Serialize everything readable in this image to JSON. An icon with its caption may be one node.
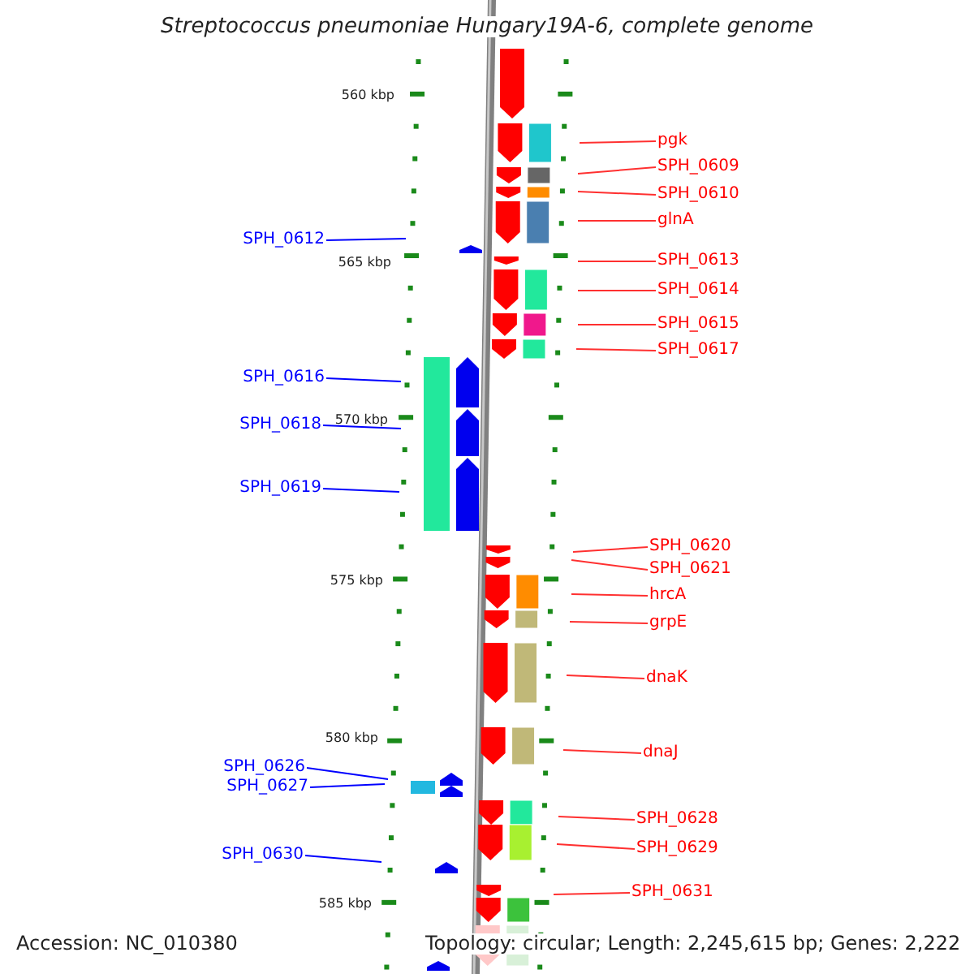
{
  "diagram": {
    "title": "Streptococcus pneumoniae Hungary19A-6, complete genome",
    "nodes": [
      {
        "text": [
          "pgk"
        ]
      },
      {
        "text": [
          "SPH_0609"
        ]
      },
      {
        "text": [
          "SPH_0610"
        ]
      },
      {
        "text": [
          "glnA"
        ]
      },
      {
        "text": [
          "SPH_0612"
        ]
      },
      {
        "text": [
          "SPH_0613"
        ]
      },
      {
        "text": [
          "SPH_0614"
        ]
      },
      {
        "text": [
          "SPH_0615"
        ]
      },
      {
        "text": [
          "SPH_0617"
        ]
      },
      {
        "text": [
          "SPH_0616"
        ]
      },
      {
        "text": [
          "SPH_0618"
        ]
      },
      {
        "text": [
          "SPH_0619"
        ]
      },
      {
        "text": [
          "SPH_0620"
        ]
      },
      {
        "text": [
          "SPH_0621"
        ]
      },
      {
        "text": [
          "hrcA"
        ]
      },
      {
        "text": [
          "grpE"
        ]
      },
      {
        "text": [
          "dnaK"
        ]
      },
      {
        "text": [
          "dnaJ"
        ]
      },
      {
        "text": [
          "SPH_0626"
        ]
      },
      {
        "text": [
          "SPH_0627"
        ]
      },
      {
        "text": [
          "SPH_0628"
        ]
      },
      {
        "text": [
          "SPH_0629"
        ]
      },
      {
        "text": [
          "SPH_0630"
        ]
      },
      {
        "text": [
          "SPH_0631"
        ]
      }
    ],
    "edges": [
      {
        "from": 0,
        "to": null,
        "arrow": "none"
      },
      {
        "from": 1,
        "to": null,
        "arrow": "none"
      },
      {
        "from": 2,
        "to": null,
        "arrow": "none"
      },
      {
        "from": 3,
        "to": null,
        "arrow": "none"
      },
      {
        "from": 4,
        "to": null,
        "arrow": "none",
        "color": "#0000ff"
      },
      {
        "from": 5,
        "to": null,
        "arrow": "none"
      },
      {
        "from": 6,
        "to": null,
        "arrow": "none"
      },
      {
        "from": 7,
        "to": null,
        "arrow": "none"
      },
      {
        "from": 8,
        "to": null,
        "arrow": "none"
      },
      {
        "from": 9,
        "to": null,
        "arrow": "none",
        "color": "#0000ff"
      },
      {
        "from": 10,
        "to": null,
        "arrow": "none",
        "color": "#0000ff"
      },
      {
        "from": 11,
        "to": null,
        "arrow": "none",
        "color": "#0000ff"
      },
      {
        "from": 12,
        "to": null,
        "arrow": "none"
      },
      {
        "from": 13,
        "to": null,
        "arrow": "none"
      },
      {
        "from": 14,
        "to": null,
        "arrow": "none"
      },
      {
        "from": 15,
        "to": null,
        "arrow": "none"
      },
      {
        "from": 16,
        "to": null,
        "arrow": "none"
      },
      {
        "from": 17,
        "to": null,
        "arrow": "none"
      },
      {
        "from": 18,
        "to": null,
        "arrow": "none",
        "color": "#0000ff"
      },
      {
        "from": 19,
        "to": null,
        "arrow": "none",
        "color": "#0000ff"
      },
      {
        "from": 20,
        "to": null,
        "arrow": "none"
      },
      {
        "from": 21,
        "to": null,
        "arrow": "none"
      },
      {
        "from": 22,
        "to": null,
        "arrow": "none",
        "color": "#0000ff"
      },
      {
        "from": 23,
        "to": null,
        "arrow": "none"
      }
    ],
    "labels": [
      "560 kbp",
      "565 kbp",
      "570 kbp",
      "575 kbp",
      "580 kbp",
      "585 kbp",
      "Accession: NC_010380",
      "Topology: circular; Length: 2,245,615 bp; Genes: 2,222"
    ]
  }
}
